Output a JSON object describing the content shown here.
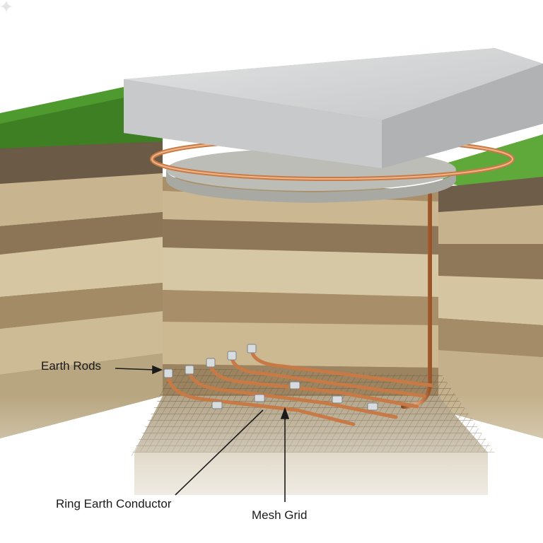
{
  "labels": {
    "earth_rods": "Earth Rods",
    "ring_conductor": "Ring Earth Conductor",
    "mesh_grid": "Mesh Grid"
  },
  "colors": {
    "concrete": "#c9cbcc",
    "grass": "#4f9a2e",
    "soil_dark": "#6b5a45",
    "soil_light": "#c8b48e",
    "copper": "#c77a45",
    "mesh": "#6e6048"
  },
  "icons": {
    "watermark": "sparkle-icon"
  }
}
